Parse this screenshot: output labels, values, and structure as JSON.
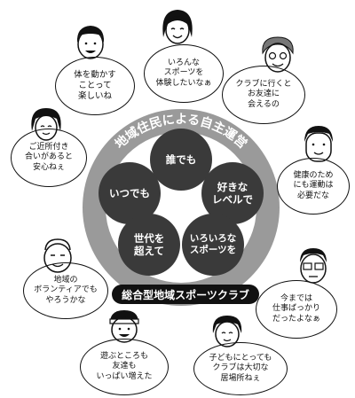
{
  "ring_title": "地域住民による自主運営",
  "banner": "総合型地域スポーツクラブ",
  "discs": [
    {
      "label": "誰でも"
    },
    {
      "label": "いつでも"
    },
    {
      "label": "好きな\nレベルで"
    },
    {
      "label": "世代を\n超えて"
    },
    {
      "label": "いろいろな\nスポーツを"
    }
  ],
  "speech": [
    {
      "text": "体を動かす\nことって\n楽しいね"
    },
    {
      "text": "いろんな\nスポーツを\n体験したいなぁ"
    },
    {
      "text": "クラブに行くと\nお友達に\n会えるの"
    },
    {
      "text": "ご近所付き\n合いがあると\n安心ねぇ"
    },
    {
      "text": "健康のため\nにも運動は\n必要だな"
    },
    {
      "text": "地域の\nボランティアでも\nやろうかな"
    },
    {
      "text": "今までは\n仕事ばっかり\nだったよなぁ"
    },
    {
      "text": "遊ぶところも\n友達も\nいっぱい増えた"
    },
    {
      "text": "子どもにとっても\nクラブは大切な\n居場所ねぇ"
    }
  ],
  "colors": {
    "ring": "#9a9a9a",
    "disc": "#3a3a3a",
    "ink": "#111111"
  }
}
